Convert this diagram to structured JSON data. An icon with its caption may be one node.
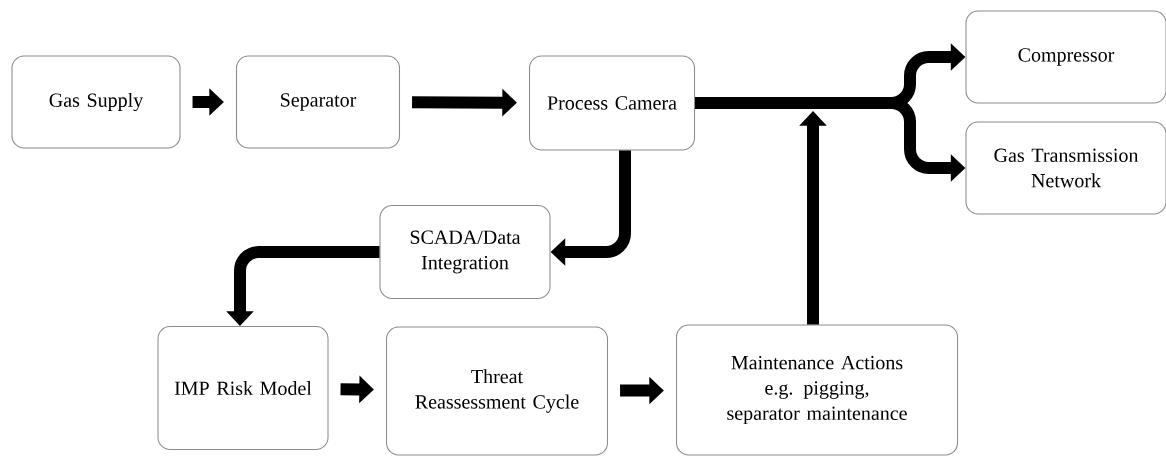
{
  "diagram": {
    "nodes": [
      {
        "text": [
          "Gas Supply"
        ]
      },
      {
        "text": [
          "Separator"
        ]
      },
      {
        "text": [
          "Process Camera"
        ]
      },
      {
        "text": [
          "Compressor"
        ]
      },
      {
        "text": [
          "Gas Transmission Network"
        ]
      },
      {
        "text": [
          "SCADA/Data Integration"
        ]
      },
      {
        "text": [
          "IMP Risk Model"
        ]
      },
      {
        "text": [
          "Threat Reassessment Cycle"
        ]
      },
      {
        "text": [
          "Maintenance Actions",
          "e.g. pigging, separator maintenance"
        ]
      }
    ],
    "edges": [
      {
        "from": 0,
        "to": 1,
        "arrow": "to"
      },
      {
        "from": 1,
        "to": 2,
        "arrow": "to"
      },
      {
        "from": 2,
        "to": 3,
        "arrow": "to"
      },
      {
        "from": 2,
        "to": 4,
        "arrow": "to"
      },
      {
        "from": 2,
        "to": 5,
        "arrow": "to"
      },
      {
        "from": 5,
        "to": 6,
        "arrow": "to"
      },
      {
        "from": 6,
        "to": 7,
        "arrow": "to"
      },
      {
        "from": 7,
        "to": 8,
        "arrow": "to"
      },
      {
        "from": 8,
        "to": null,
        "arrow": "to"
      }
    ]
  }
}
